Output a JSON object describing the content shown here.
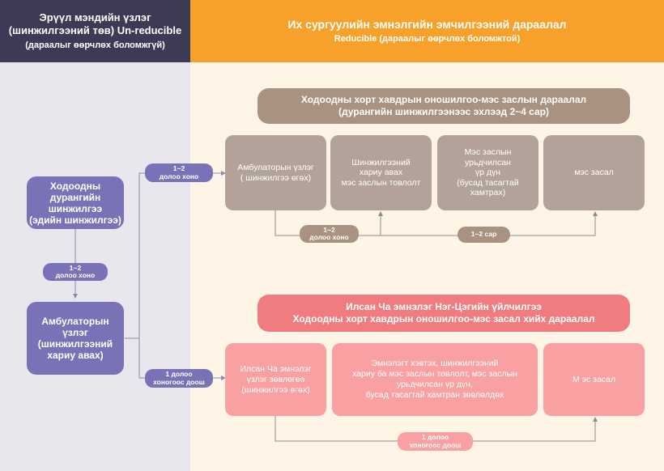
{
  "header": {
    "left_title": "Эрүүл мэндийн үзлэг\n(шинжилгээний төв) Un-reducible",
    "left_sub": "(дараалыг өөрчлөх боломжгүй)",
    "right_title": "Их сургуулийн эмнэлгийн эмчилгээний дараалал",
    "right_sub": "Reducible (дараалыг өөрчлөх боломжтой)"
  },
  "left": {
    "box1": "Ходоодны\nдурангийн\nшинжилгээ\n(эдийн шинжилгээ)",
    "pill": "1~2\nдолоо хоно",
    "box2": "Амбулаторын\nүзлэг\n(шинжилгээний\nхариу авах)"
  },
  "connectors": {
    "top": "1~2\nдолоо хоно",
    "bottom": "1 долоо\nхоногоос доош"
  },
  "flow1": {
    "title": "Ходоодны хорт хавдрын оношилгоо-мэс заслын дараалал\n(дурангийн шинжилгээнээс эхлээд 2~4 сар)",
    "steps": [
      "Амбулаторын үзлэг\n( шинжилгээ өгөх)",
      "Шинжилгээний\nхариу авах\nмэс заслын товлолт",
      "Мэс заслын\nурьдчилсан\nүр дүн\n(бусад тасагтай\nхамтрах)",
      "мэс засал"
    ],
    "pill_a": "1~2\nдолоо хоно",
    "pill_b": "1~2 сар"
  },
  "flow2": {
    "title": "Илсан Ча эмнэлэг Нэг-Цэгийн үйлчилгээ\nХодоодны хорт хавдрын оношилгоо-мэс засал хийх дараалал",
    "steps": [
      "Илсан Ча эмнэлэг\nүзлэг зөвлөгөө\n(шинжилгээ өгөх)",
      "Эмнэлэгт хэвтэх, шинжилгээний\nхариу ба мэс заслын товлолт, мэс заслын\nурьдчилсан үр дүн,\nбусад тасагтай хамтран зөвлөлдөх",
      "М эс засал"
    ],
    "pill": "1 долоо\nхоногоос доош"
  },
  "colors": {
    "header_left": "#3d3a55",
    "header_right": "#f7a12b",
    "purple": "#7a72b6",
    "brown": "#a9927f",
    "red": "#f07c80",
    "pink": "#f9a0a3"
  }
}
